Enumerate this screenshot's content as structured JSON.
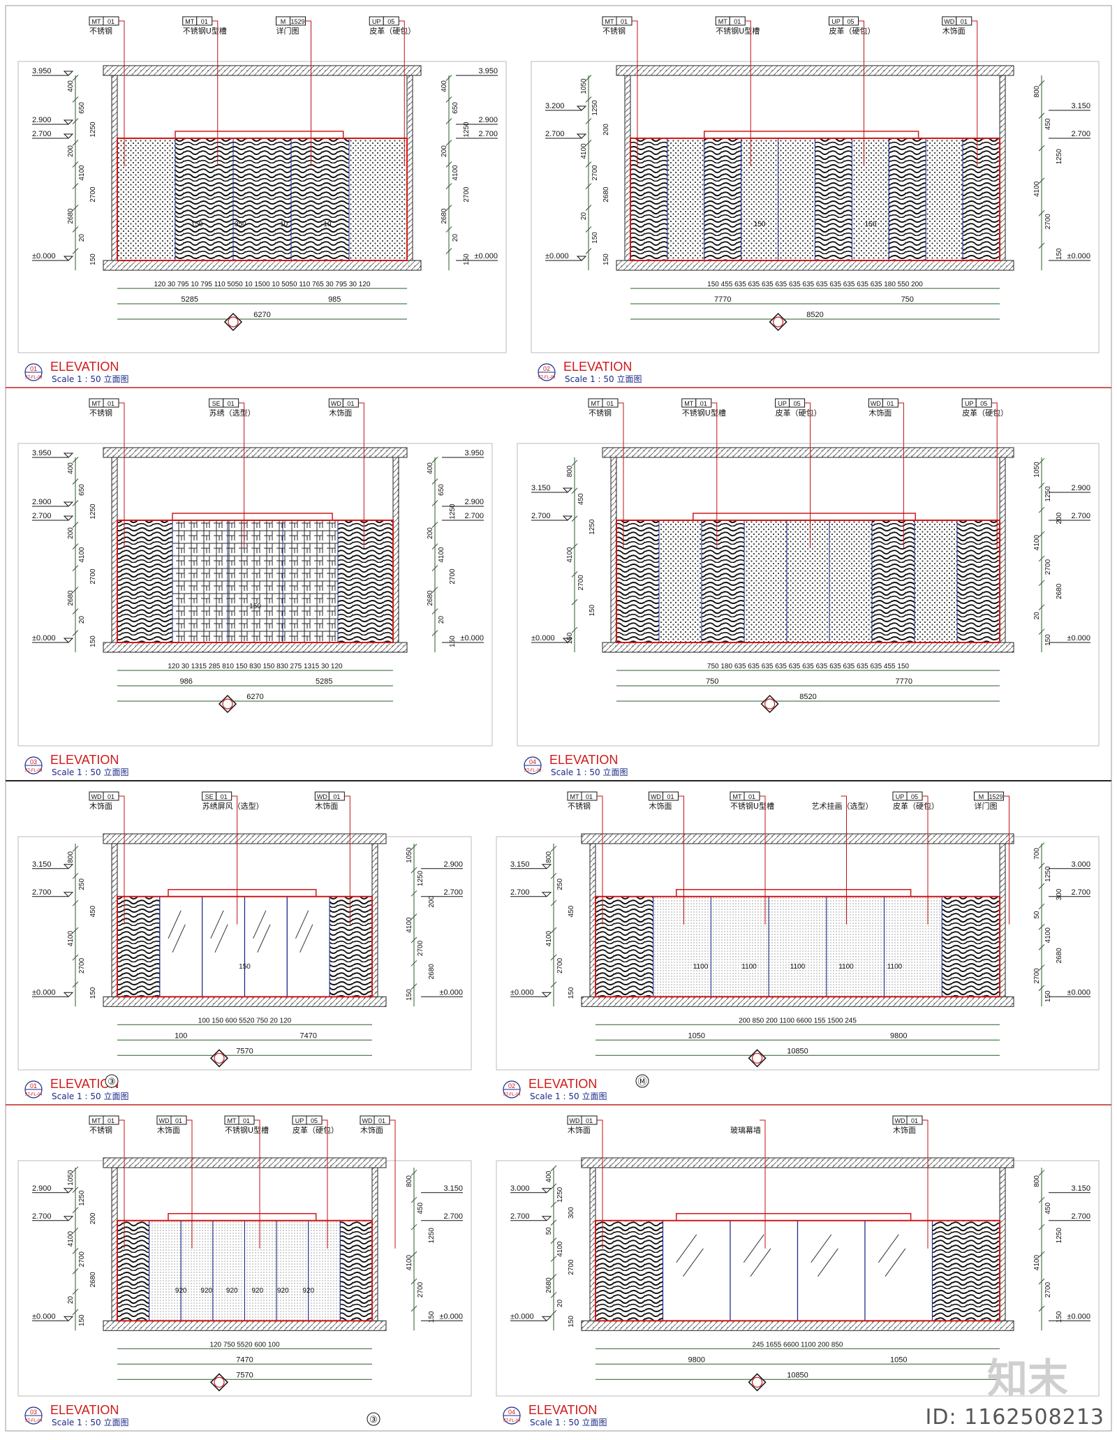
{
  "sheets": [
    {
      "number": "01",
      "code": "ST-FL-03",
      "title": "ELEVATION",
      "scale": "Scale 1 : 50 立面图",
      "tags": [
        {
          "code": "MT",
          "no": "01",
          "desc": "不锈钢"
        },
        {
          "code": "MT",
          "no": "01",
          "desc": "不锈钢U型槽"
        },
        {
          "code": "M",
          "no": "1529",
          "desc": "详门图"
        },
        {
          "code": "UP",
          "no": "05",
          "desc": "皮革（硬包）"
        }
      ],
      "levels_left": [
        "3.950",
        "2.900",
        "2.700",
        "±0.000"
      ],
      "levels_right": [
        "3.950",
        "2.900",
        "2.700",
        "±0.000"
      ],
      "vdims_left": [
        "400",
        "650",
        "1250",
        "200",
        "4100",
        "2700",
        "2680",
        "20",
        "150"
      ],
      "vdims_right": [
        "400",
        "650",
        "1250",
        "200",
        "4100",
        "2700",
        "2680",
        "20",
        "150"
      ],
      "dims_row1": "120 30   795   10   795   110 5050 10       1500        10 5050 110   765   30   795   30 120",
      "dims_row2": [
        "5285",
        "985"
      ],
      "dims_total": "6270",
      "notes": [
        "150",
        "350",
        "10",
        "10"
      ]
    },
    {
      "number": "02",
      "code": "ST-FL-03",
      "title": "ELEVATION",
      "scale": "Scale 1 : 50 立面图",
      "tags": [
        {
          "code": "MT",
          "no": "01",
          "desc": "不锈钢"
        },
        {
          "code": "MT",
          "no": "01",
          "desc": "不锈钢U型槽"
        },
        {
          "code": "UP",
          "no": "05",
          "desc": "皮革（硬包）"
        },
        {
          "code": "WD",
          "no": "01",
          "desc": "木饰面"
        }
      ],
      "levels_left": [
        "3.200",
        "2.700",
        "±0.000"
      ],
      "levels_right": [
        "3.150",
        "2.700",
        "±0.000"
      ],
      "vdims_left": [
        "1050",
        "1250",
        "200",
        "4100",
        "2700",
        "2680",
        "20",
        "150",
        "150"
      ],
      "vdims_right": [
        "800",
        "450",
        "1250",
        "4100",
        "2700",
        "150"
      ],
      "dims_row1": "150  455   635   635   635   635   635   635   635   635   635   635   635   180 550    200",
      "dims_row2": [
        "7770",
        "750"
      ],
      "dims_total": "8520",
      "notes": [
        "150",
        "150"
      ]
    },
    {
      "number": "03",
      "code": "ST-FL-03",
      "title": "ELEVATION",
      "scale": "Scale 1 : 50 立面图",
      "tags": [
        {
          "code": "MT",
          "no": "01",
          "desc": "不锈钢"
        },
        {
          "code": "SE",
          "no": "01",
          "desc": "苏绣（选型）"
        },
        {
          "code": "WD",
          "no": "01",
          "desc": "木饰面"
        }
      ],
      "levels_left": [
        "3.950",
        "2.900",
        "2.700",
        "±0.000"
      ],
      "levels_right": [
        "3.950",
        "2.900",
        "2.700",
        "±0.000"
      ],
      "vdims_left": [
        "400",
        "650",
        "1250",
        "200",
        "4100",
        "2700",
        "2680",
        "20",
        "150"
      ],
      "vdims_right": [
        "400",
        "650",
        "1250",
        "200",
        "4100",
        "2700",
        "2680",
        "20",
        "150"
      ],
      "dims_row1": "120 30   1315   285   810   150   830   150   830   275   1315   30 120",
      "dims_row2": [
        "986",
        "5285"
      ],
      "dims_total": "6270",
      "notes": [
        "150"
      ]
    },
    {
      "number": "04",
      "code": "ST-FL-03",
      "title": "ELEVATION",
      "scale": "Scale 1 : 50 立面图",
      "tags": [
        {
          "code": "MT",
          "no": "01",
          "desc": "不锈钢"
        },
        {
          "code": "MT",
          "no": "01",
          "desc": "不锈钢U型槽"
        },
        {
          "code": "UP",
          "no": "05",
          "desc": "皮革（硬包）"
        },
        {
          "code": "WD",
          "no": "01",
          "desc": "木饰面"
        },
        {
          "code": "UP",
          "no": "05",
          "desc": "皮革（硬包）"
        }
      ],
      "levels_left": [
        "3.150",
        "2.700",
        "±0.000"
      ],
      "levels_right": [
        "2.900",
        "2.700",
        "±0.000"
      ],
      "vdims_left": [
        "800",
        "450",
        "1250",
        "4100",
        "2700",
        "150",
        "150"
      ],
      "vdims_right": [
        "1050",
        "1250",
        "200",
        "4100",
        "2700",
        "2680",
        "20",
        "150"
      ],
      "dims_row1": "750  180  635   635   635   635   635   635   635   635   635   635   635   455  150",
      "dims_row2": [
        "750",
        "7770"
      ],
      "dims_total": "8520",
      "notes": []
    },
    {
      "number": "01",
      "code": "ST-FL-04",
      "title": "ELEVATION",
      "scale": "Scale 1 : 50 立面图",
      "tags": [
        {
          "code": "WD",
          "no": "01",
          "desc": "木饰面"
        },
        {
          "code": "SE",
          "no": "01",
          "desc": "苏绣屏风（选型）"
        },
        {
          "code": "WD",
          "no": "01",
          "desc": "木饰面"
        }
      ],
      "levels_left": [
        "3.150",
        "2.700",
        "±0.000"
      ],
      "levels_right": [
        "2.900",
        "2.700",
        "±0.000"
      ],
      "vdims_left": [
        "800",
        "250",
        "450",
        "4100",
        "2700",
        "150"
      ],
      "vdims_right": [
        "1050",
        "1250",
        "200",
        "4100",
        "2700",
        "2680",
        "150"
      ],
      "dims_row1": "100 150 600                  5520                   750 20 120",
      "dims_row2": [
        "100",
        "7470"
      ],
      "dims_total": "7570",
      "notes": [
        "150"
      ]
    },
    {
      "number": "02",
      "code": "ST-FL-04",
      "title": "ELEVATION",
      "scale": "Scale 1 : 50 立面图",
      "tags": [
        {
          "code": "MT",
          "no": "01",
          "desc": "不锈钢"
        },
        {
          "code": "WD",
          "no": "01",
          "desc": "木饰面"
        },
        {
          "code": "MT",
          "no": "01",
          "desc": "不锈钢U型槽"
        },
        {
          "code": "",
          "no": "",
          "desc": "艺术挂画（选型）"
        },
        {
          "code": "UP",
          "no": "05",
          "desc": "皮革（硬包）"
        },
        {
          "code": "M",
          "no": "1529",
          "desc": "详门图"
        }
      ],
      "levels_left": [
        "3.150",
        "2.700",
        "±0.000"
      ],
      "levels_right": [
        "3.000",
        "2.700",
        "±0.000"
      ],
      "vdims_left": [
        "800",
        "250",
        "450",
        "4100",
        "2700",
        "150"
      ],
      "vdims_right": [
        "700",
        "1250",
        "300",
        "50",
        "4100",
        "2680",
        "2700",
        "150"
      ],
      "dims_row1": "200  850  200  1100              6600             155    1500      245",
      "dims_row2": [
        "1050",
        "9800"
      ],
      "dims_total": "10850",
      "notes": [
        "1100",
        "1100",
        "1100",
        "1100",
        "1100"
      ]
    },
    {
      "number": "03",
      "code": "ST-FL-04",
      "title": "ELEVATION",
      "scale": "Scale 1 : 50 立面图",
      "tags": [
        {
          "code": "MT",
          "no": "01",
          "desc": "不锈钢"
        },
        {
          "code": "WD",
          "no": "01",
          "desc": "木饰面"
        },
        {
          "code": "MT",
          "no": "01",
          "desc": "不锈钢U型槽"
        },
        {
          "code": "UP",
          "no": "05",
          "desc": "皮革（硬包）"
        },
        {
          "code": "WD",
          "no": "01",
          "desc": "木饰面"
        }
      ],
      "levels_left": [
        "2.900",
        "2.700",
        "±0.000"
      ],
      "levels_right": [
        "3.150",
        "2.700",
        "±0.000"
      ],
      "vdims_left": [
        "1050",
        "1250",
        "200",
        "4100",
        "2700",
        "2680",
        "20",
        "150"
      ],
      "vdims_right": [
        "800",
        "450",
        "1250",
        "4100",
        "2700",
        "150"
      ],
      "dims_row1": "120 750                 5520                 600  100",
      "dims_row2": [
        "7470"
      ],
      "dims_total": "7570",
      "notes": [
        "920",
        "920",
        "920",
        "920",
        "920",
        "920"
      ]
    },
    {
      "number": "04",
      "code": "ST-FL-04",
      "title": "ELEVATION",
      "scale": "Scale 1 : 50 立面图",
      "tags": [
        {
          "code": "WD",
          "no": "01",
          "desc": "木饰面"
        },
        {
          "code": "",
          "no": "",
          "desc": "玻璃幕墙"
        },
        {
          "code": "WD",
          "no": "01",
          "desc": "木饰面"
        }
      ],
      "levels_left": [
        "3.000",
        "2.700",
        "±0.000"
      ],
      "levels_right": [
        "3.150",
        "2.700",
        "±0.000"
      ],
      "vdims_left": [
        "400",
        "1250",
        "300",
        "50",
        "4100",
        "2700",
        "2680",
        "20",
        "150"
      ],
      "vdims_right": [
        "800",
        "450",
        "1250",
        "4100",
        "2700",
        "150"
      ],
      "dims_row1": "245   1655                   6600                1100  200  850",
      "dims_row2": [
        "9800",
        "1050"
      ],
      "dims_total": "10850",
      "notes": []
    }
  ],
  "grid_markers": [
    "③",
    "Ⓜ",
    "③"
  ],
  "watermark": {
    "logo": "知末",
    "id": "ID: 1162508213"
  },
  "colors": {
    "red": "#d01818",
    "leader": "#c01010",
    "line": "#222222",
    "dim": "#2a5a2a",
    "wood": "#333333"
  }
}
